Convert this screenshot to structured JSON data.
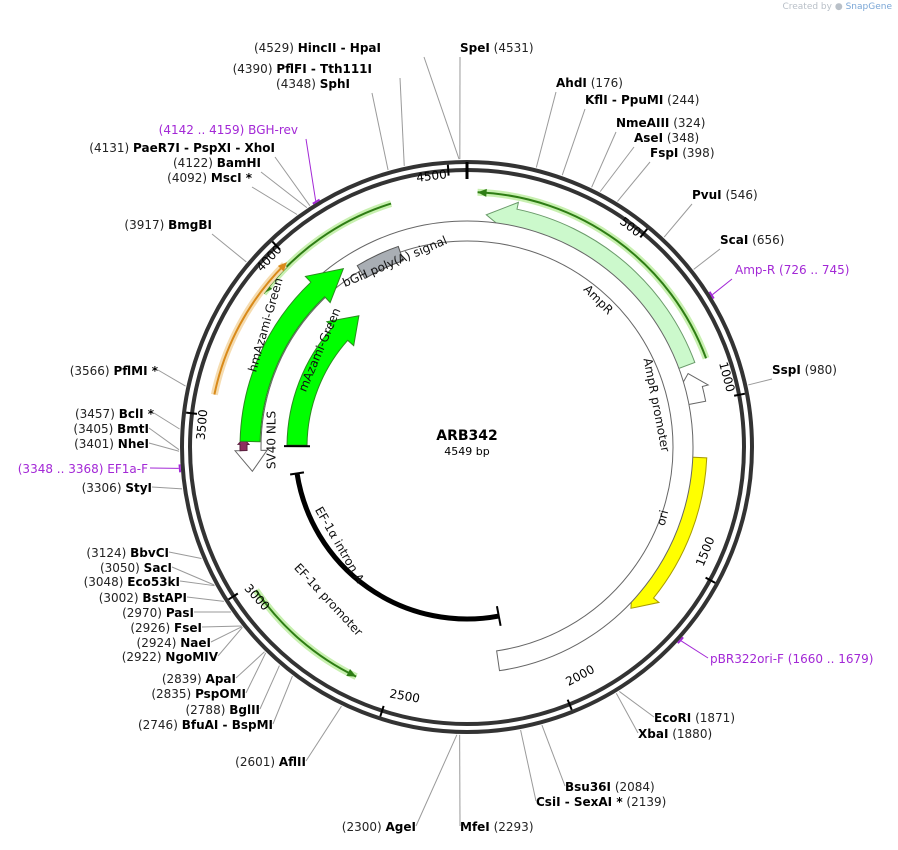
{
  "watermark": {
    "prefix": "Created by",
    "brand": "SnapGene"
  },
  "plasmid": {
    "name": "ARB342",
    "length_label": "4549 bp",
    "length": 4549
  },
  "ticks": [
    500,
    1000,
    1500,
    2000,
    2500,
    3000,
    3500,
    4000,
    4500
  ],
  "sites": [
    {
      "name": "HincII - HpaI",
      "pos": "(4529)",
      "bp": 4529
    },
    {
      "name": "SpeI",
      "pos": "(4531)",
      "bp": 4531
    },
    {
      "name": "PflFI - Tth111I",
      "pos": "(4390)",
      "bp": 4390
    },
    {
      "name": "SphI",
      "pos": "(4348)",
      "bp": 4348
    },
    {
      "name": "AhdI",
      "pos": "(176)",
      "bp": 176
    },
    {
      "name": "KflI - PpuMI",
      "pos": "(244)",
      "bp": 244
    },
    {
      "name": "NmeAIII",
      "pos": "(324)",
      "bp": 324
    },
    {
      "name": "AseI",
      "pos": "(348)",
      "bp": 348
    },
    {
      "name": "FspI",
      "pos": "(398)",
      "bp": 398
    },
    {
      "name": "PvuI",
      "pos": "(546)",
      "bp": 546
    },
    {
      "name": "ScaI",
      "pos": "(656)",
      "bp": 656
    },
    {
      "name": "SspI",
      "pos": "(980)",
      "bp": 980
    },
    {
      "name": "EcoRI",
      "pos": "(1871)",
      "bp": 1871
    },
    {
      "name": "XbaI",
      "pos": "(1880)",
      "bp": 1880
    },
    {
      "name": "Bsu36I",
      "pos": "(2084)",
      "bp": 2084
    },
    {
      "name": "CsiI - SexAI *",
      "pos": "(2139)",
      "bp": 2139
    },
    {
      "name": "MfeI",
      "pos": "(2293)",
      "bp": 2293
    },
    {
      "name": "AgeI",
      "pos": "(2300)",
      "bp": 2300
    },
    {
      "name": "AflII",
      "pos": "(2601)",
      "bp": 2601
    },
    {
      "name": "BfuAI - BspMI",
      "pos": "(2746)",
      "bp": 2746
    },
    {
      "name": "BglII",
      "pos": "(2788)",
      "bp": 2788
    },
    {
      "name": "PspOMI",
      "pos": "(2835)",
      "bp": 2835
    },
    {
      "name": "ApaI",
      "pos": "(2839)",
      "bp": 2839
    },
    {
      "name": "NgoMIV",
      "pos": "(2922)",
      "bp": 2922
    },
    {
      "name": "NaeI",
      "pos": "(2924)",
      "bp": 2924
    },
    {
      "name": "FseI",
      "pos": "(2926)",
      "bp": 2926
    },
    {
      "name": "PasI",
      "pos": "(2970)",
      "bp": 2970
    },
    {
      "name": "BstAPI",
      "pos": "(3002)",
      "bp": 3002
    },
    {
      "name": "Eco53kI",
      "pos": "(3048)",
      "bp": 3048
    },
    {
      "name": "SacI",
      "pos": "(3050)",
      "bp": 3050
    },
    {
      "name": "BbvCI",
      "pos": "(3124)",
      "bp": 3124
    },
    {
      "name": "StyI",
      "pos": "(3306)",
      "bp": 3306
    },
    {
      "name": "NheI",
      "pos": "(3401)",
      "bp": 3401
    },
    {
      "name": "BmtI",
      "pos": "(3405)",
      "bp": 3405
    },
    {
      "name": "BclI *",
      "pos": "(3457)",
      "bp": 3457
    },
    {
      "name": "PflMI *",
      "pos": "(3566)",
      "bp": 3566
    },
    {
      "name": "BmgBI",
      "pos": "(3917)",
      "bp": 3917
    },
    {
      "name": "MscI *",
      "pos": "(4092)",
      "bp": 4092
    },
    {
      "name": "BamHI",
      "pos": "(4122)",
      "bp": 4122
    },
    {
      "name": "PaeR7I - PspXI - XhoI",
      "pos": "(4131)",
      "bp": 4131
    }
  ],
  "primers": [
    {
      "name": "BGH-rev",
      "range": "(4142 .. 4159)",
      "bp": 4150
    },
    {
      "name": "Amp-R",
      "range": "(726 .. 745)",
      "bp": 735
    },
    {
      "name": "pBR322ori-F",
      "range": "(1660 .. 1679)",
      "bp": 1670
    },
    {
      "name": "EF1a-F",
      "range": "(3348 .. 3368)",
      "bp": 3358
    }
  ],
  "features": [
    {
      "name": "AmpR",
      "color": "#ccf9cc"
    },
    {
      "name": "AmpR promoter",
      "color": "#ffffff"
    },
    {
      "name": "ori",
      "color": "#ffff00"
    },
    {
      "name": "EF-1α intron A",
      "color": "#000000"
    },
    {
      "name": "EF-1α promoter",
      "color": "#ffffff"
    },
    {
      "name": "SV40 NLS",
      "color": "#8e3060"
    },
    {
      "name": "hmAzami-Green",
      "color": "#00ff00"
    },
    {
      "name": "mAzami-Green",
      "color": "#00ff00"
    },
    {
      "name": "bGH poly(A) signal",
      "color": "#a9aeb4"
    }
  ],
  "colors": {
    "primer": "#a328d6",
    "orf_arrow": "#2e7d14",
    "orf_arrow_halo": "#c8f0b0",
    "orange_arrow": "#d98a1a"
  }
}
